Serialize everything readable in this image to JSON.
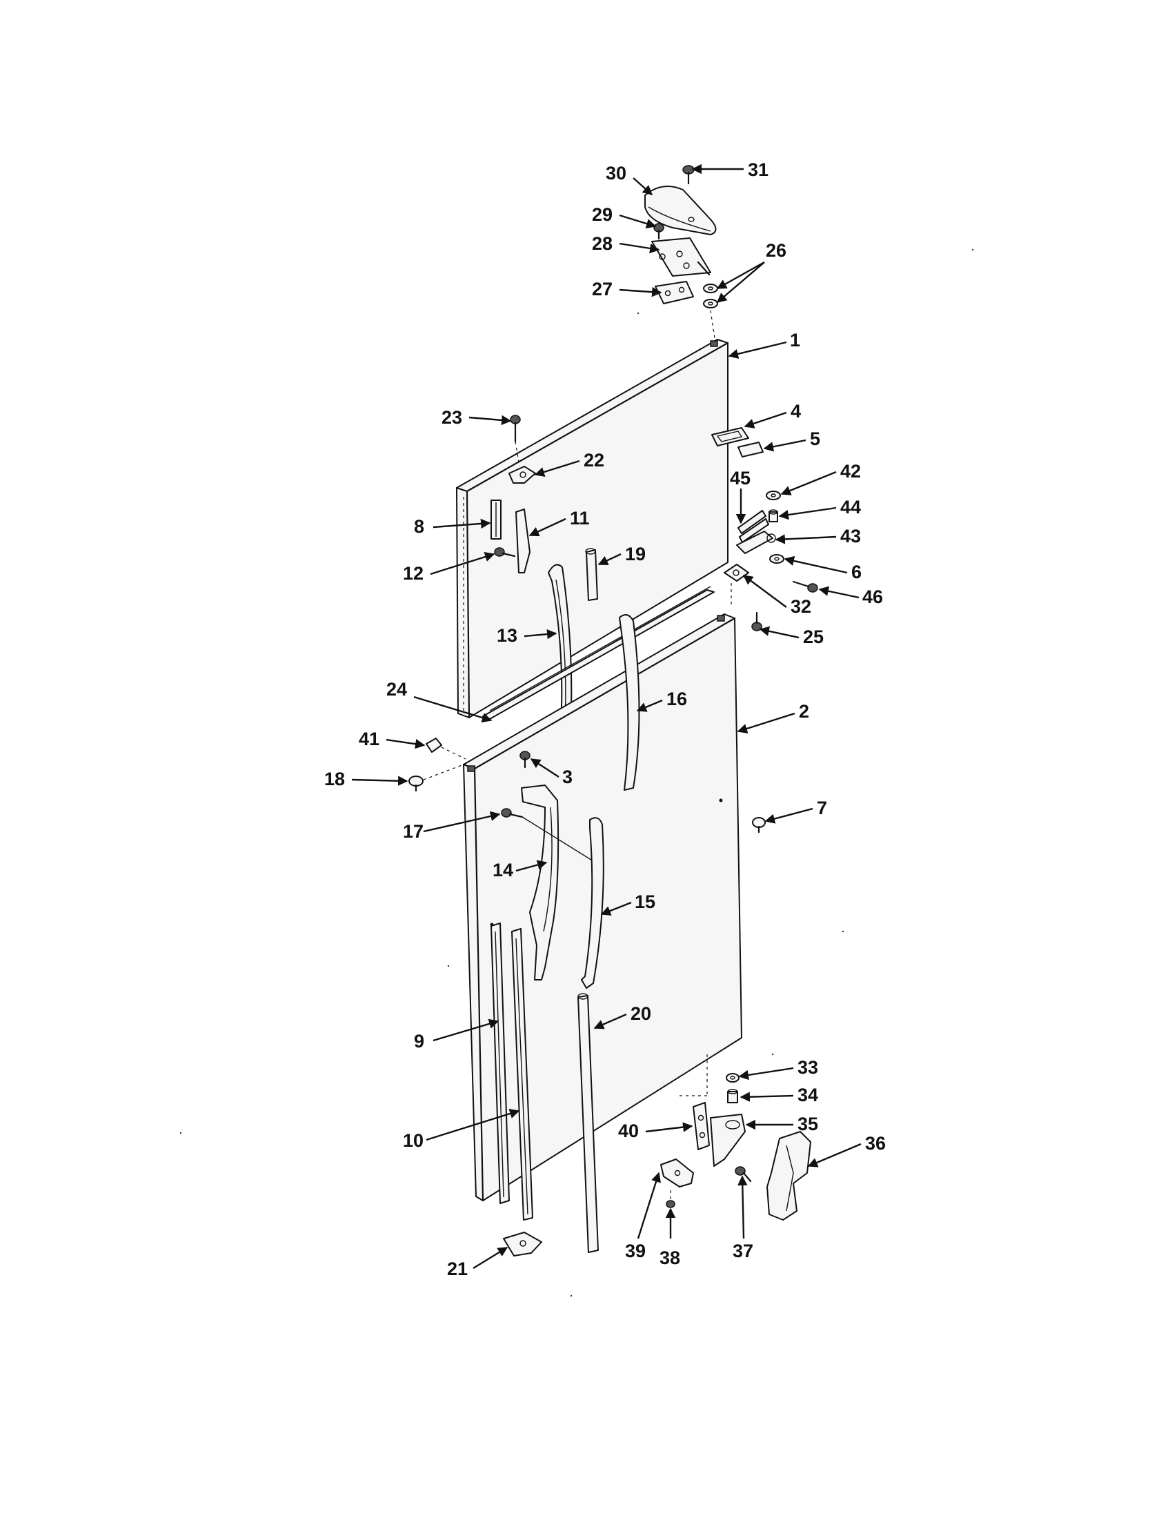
{
  "callouts": [
    {
      "id": "1",
      "label": "1"
    },
    {
      "id": "2",
      "label": "2"
    },
    {
      "id": "3",
      "label": "3"
    },
    {
      "id": "4",
      "label": "4"
    },
    {
      "id": "5",
      "label": "5"
    },
    {
      "id": "6",
      "label": "6"
    },
    {
      "id": "7",
      "label": "7"
    },
    {
      "id": "8",
      "label": "8"
    },
    {
      "id": "9",
      "label": "9"
    },
    {
      "id": "10",
      "label": "10"
    },
    {
      "id": "11",
      "label": "11"
    },
    {
      "id": "12",
      "label": "12"
    },
    {
      "id": "13",
      "label": "13"
    },
    {
      "id": "14",
      "label": "14"
    },
    {
      "id": "15",
      "label": "15"
    },
    {
      "id": "16",
      "label": "16"
    },
    {
      "id": "17",
      "label": "17"
    },
    {
      "id": "18",
      "label": "18"
    },
    {
      "id": "19",
      "label": "19"
    },
    {
      "id": "20",
      "label": "20"
    },
    {
      "id": "21",
      "label": "21"
    },
    {
      "id": "22",
      "label": "22"
    },
    {
      "id": "23",
      "label": "23"
    },
    {
      "id": "24",
      "label": "24"
    },
    {
      "id": "25",
      "label": "25"
    },
    {
      "id": "26",
      "label": "26"
    },
    {
      "id": "27",
      "label": "27"
    },
    {
      "id": "28",
      "label": "28"
    },
    {
      "id": "29",
      "label": "29"
    },
    {
      "id": "30",
      "label": "30"
    },
    {
      "id": "31",
      "label": "31"
    },
    {
      "id": "32",
      "label": "32"
    },
    {
      "id": "33",
      "label": "33"
    },
    {
      "id": "34",
      "label": "34"
    },
    {
      "id": "35",
      "label": "35"
    },
    {
      "id": "36",
      "label": "36"
    },
    {
      "id": "37",
      "label": "37"
    },
    {
      "id": "38",
      "label": "38"
    },
    {
      "id": "39",
      "label": "39"
    },
    {
      "id": "40",
      "label": "40"
    },
    {
      "id": "41",
      "label": "41"
    },
    {
      "id": "42",
      "label": "42"
    },
    {
      "id": "43",
      "label": "43"
    },
    {
      "id": "44",
      "label": "44"
    },
    {
      "id": "45",
      "label": "45"
    },
    {
      "id": "46",
      "label": "46"
    }
  ]
}
